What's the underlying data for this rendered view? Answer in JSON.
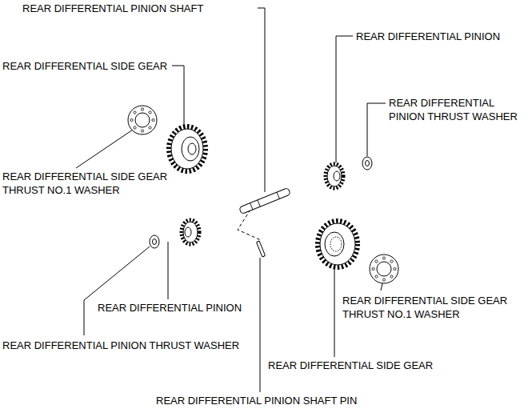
{
  "diagram": {
    "labels": [
      "REAR DIFFERENTIAL PINION SHAFT",
      "REAR DIFFERENTIAL PINION",
      "REAR DIFFERENTIAL SIDE GEAR",
      "REAR DIFFERENTIAL PINION THRUST WASHER",
      "REAR DIFFERENTIAL SIDE GEAR THRUST NO.1 WASHER",
      "REAR DIFFERENTIAL PINION",
      "REAR DIFFERENTIAL SIDE GEAR THRUST NO.1 WASHER",
      "REAR DIFFERENTIAL PINION THRUST WASHER",
      "REAR DIFFERENTIAL SIDE GEAR",
      "REAR DIFFERENTIAL PINION SHAFT PIN"
    ]
  }
}
